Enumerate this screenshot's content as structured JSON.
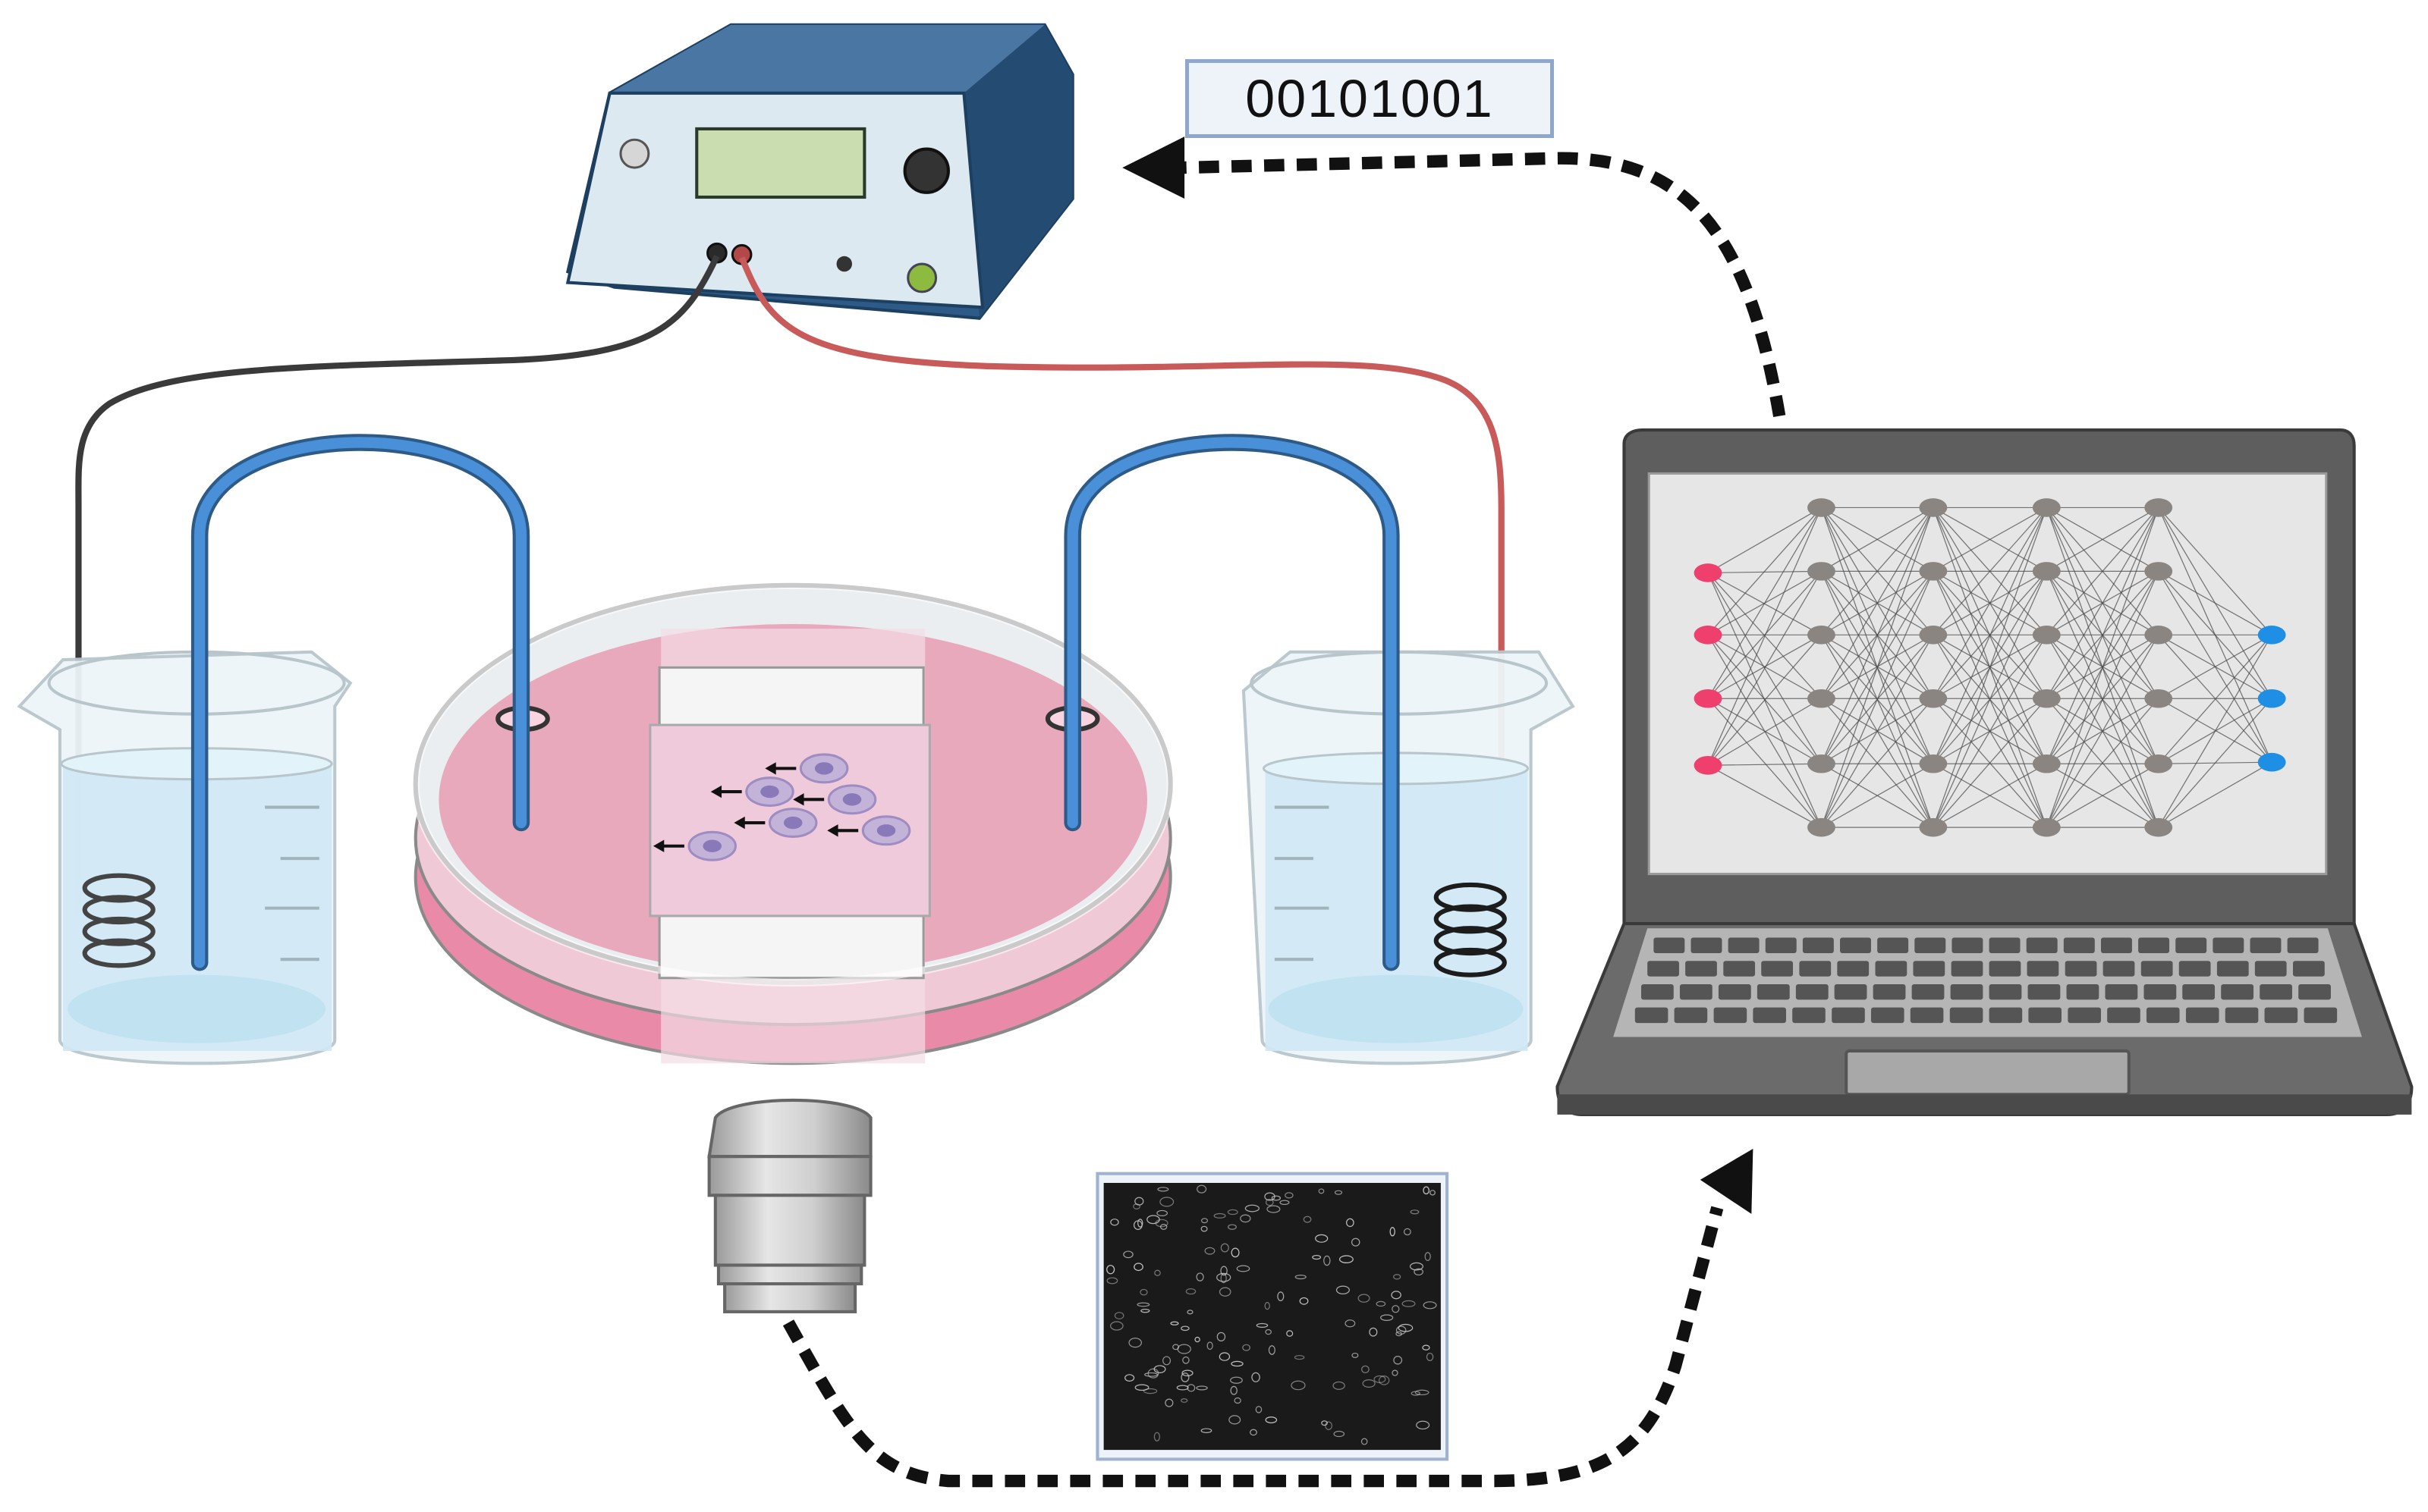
{
  "binary_signal": {
    "label": "00101001"
  },
  "colors": {
    "device_body": "#2d5a86",
    "device_face": "#dde9f1",
    "display": "#c9ddb0",
    "wire_negative": "#3a3a3a",
    "wire_positive": "#c85a5a",
    "salt_bridge": "#4a90d9",
    "medium": "#e8a9bd",
    "beaker_liquid": "#cfe9f5",
    "laptop_body": "#5e5e5e",
    "screen": "#e6e6e6",
    "input_node": "#ef3f6c",
    "hidden_node": "#8a8580",
    "output_node": "#1f8fe5",
    "arrow": "#111111"
  },
  "network": {
    "layers": [
      4,
      6,
      6,
      6,
      6,
      3
    ]
  },
  "icons": [
    "power-supply",
    "beaker",
    "petri-dish",
    "salt-bridge",
    "electrode-coil",
    "cell",
    "objective-lens",
    "micrograph",
    "laptop",
    "neural-network",
    "dashed-arrow"
  ]
}
